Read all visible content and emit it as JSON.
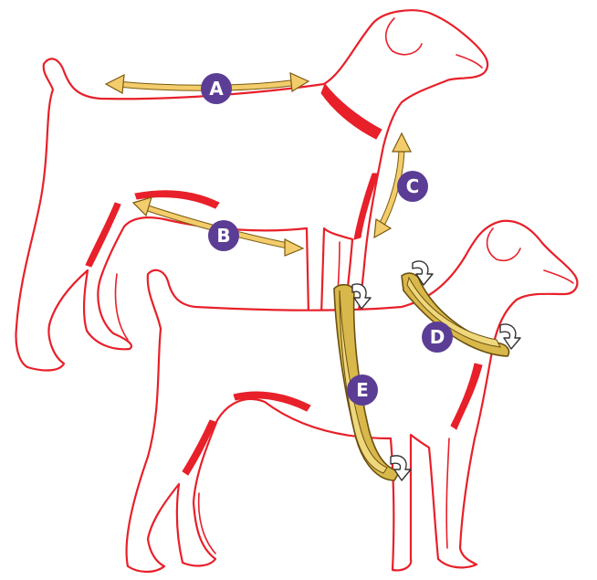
{
  "diagram": {
    "colors": {
      "outline": "#e8202a",
      "arrow": "#f3cd6b",
      "badge": "#5b3d95",
      "band": "#d8b84a"
    },
    "labels": {
      "a": "A",
      "b": "B",
      "c": "C",
      "d": "D",
      "e": "E"
    }
  }
}
